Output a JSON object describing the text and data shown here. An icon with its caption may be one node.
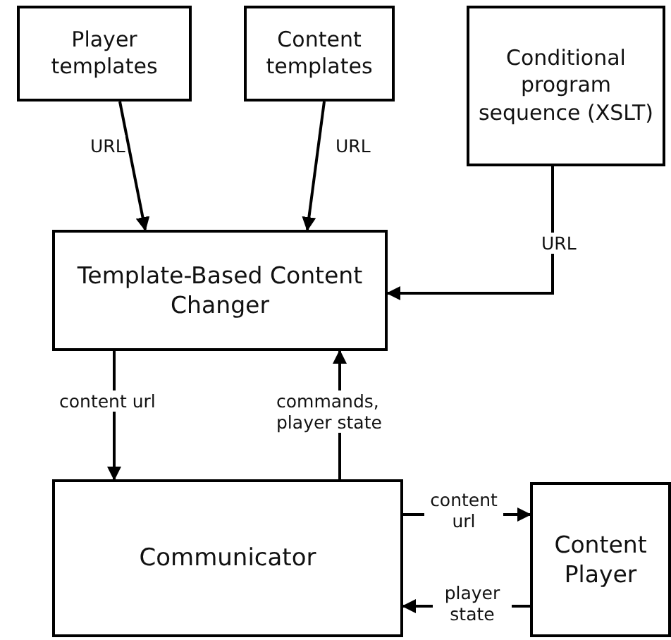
{
  "diagram": {
    "nodes": [
      {
        "text": [
          "Player templates"
        ]
      },
      {
        "text": [
          "Content templates"
        ]
      },
      {
        "text": [
          "Conditional program sequence (XSLT)"
        ]
      },
      {
        "text": [
          "Template-Based Content Changer"
        ]
      },
      {
        "text": [
          "Communicator"
        ]
      },
      {
        "text": [
          "Content Player"
        ]
      }
    ],
    "edges": [
      {
        "from": 0,
        "to": 3,
        "arrow": "to",
        "label": "URL"
      },
      {
        "from": 1,
        "to": 3,
        "arrow": "to",
        "label": "URL"
      },
      {
        "from": 2,
        "to": 3,
        "arrow": "to",
        "label": "URL"
      },
      {
        "from": 3,
        "to": 4,
        "arrow": "to",
        "label": "content url"
      },
      {
        "from": 4,
        "to": 3,
        "arrow": "to",
        "label": "commands, player state"
      },
      {
        "from": 4,
        "to": 5,
        "arrow": "to",
        "label": "content url"
      },
      {
        "from": 5,
        "to": 4,
        "arrow": "to",
        "label": "player state"
      }
    ]
  }
}
